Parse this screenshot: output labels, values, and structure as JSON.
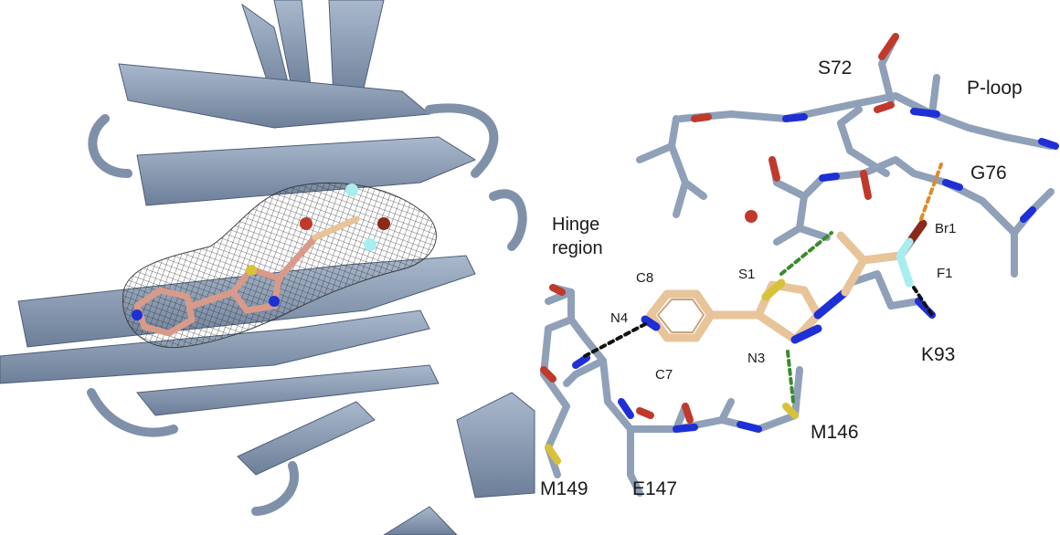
{
  "left_panel": {
    "description_hidden": ""
  },
  "right_panel": {
    "residue_labels": {
      "s72": "S72",
      "p_loop": "P-loop",
      "g76": "G76",
      "k93": "K93",
      "m146": "M146",
      "m149": "M149",
      "e147": "E147"
    },
    "hinge_line1": "Hinge",
    "hinge_line2": "region",
    "atom_labels": {
      "br1": "Br1",
      "f1": "F1",
      "s1": "S1",
      "n3": "N3",
      "n4": "N4",
      "c7": "C7",
      "c8": "C8"
    }
  },
  "colors": {
    "protein": "#8fa0b8",
    "protein_dark": "#5d6e88",
    "ligand": "#e8c49a",
    "nitrogen": "#1f2fd6",
    "oxygen": "#c0392b",
    "sulfur": "#d8c23a",
    "fluorine": "#a8eef0",
    "mesh": "#2a2a2a",
    "hbond_green": "#3c8a2e",
    "halogen_orange": "#e08a2a",
    "black_dash": "#111111"
  }
}
